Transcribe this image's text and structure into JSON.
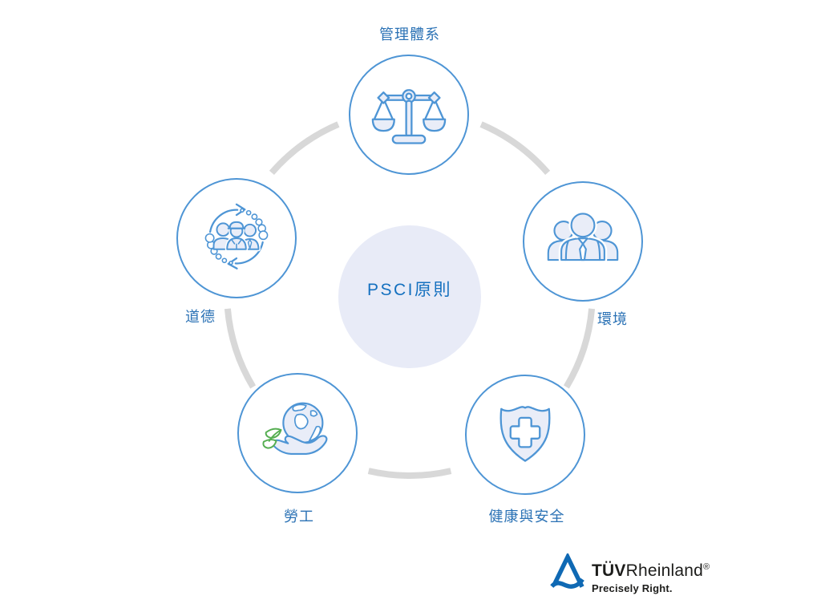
{
  "diagram": {
    "center_label": "PSCI原則",
    "nodes": [
      {
        "id": "management-system",
        "label": "管理體系",
        "icon": "balance-scale-icon",
        "position": "top"
      },
      {
        "id": "environment",
        "label": "環境",
        "icon": "team-people-icon",
        "position": "right"
      },
      {
        "id": "health-safety",
        "label": "健康與安全",
        "icon": "shield-cross-icon",
        "position": "bottom-right"
      },
      {
        "id": "labor",
        "label": "勞工",
        "icon": "hand-globe-leaf-icon",
        "position": "bottom-left"
      },
      {
        "id": "ethics",
        "label": "道德",
        "icon": "people-cycle-icon",
        "position": "left"
      }
    ],
    "colors": {
      "node_stroke_blue": "#4e95d5",
      "icon_fill_light": "#e9edf8",
      "label_blue": "#2b72b5",
      "center_fill": "#e8ebf7",
      "center_text_blue": "#1470bf",
      "ring_gray": "#d8d8d8",
      "leaf_green": "#56ae52",
      "logo_blue": "#0f69b4",
      "logo_text": "#1d1d1b"
    }
  },
  "logo": {
    "brand_bold": "TÜV",
    "brand_regular": "Rheinland",
    "registered": "®",
    "tagline": "Precisely Right."
  }
}
